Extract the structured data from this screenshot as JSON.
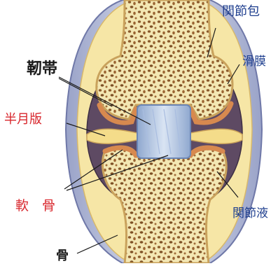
{
  "labels": {
    "capsule": "関節包",
    "synovium": "滑膜",
    "ligament": "靭帯",
    "meniscus": "半月版",
    "cartilage": "軟　骨",
    "fluid": "関節液",
    "bone": "骨"
  }
}
